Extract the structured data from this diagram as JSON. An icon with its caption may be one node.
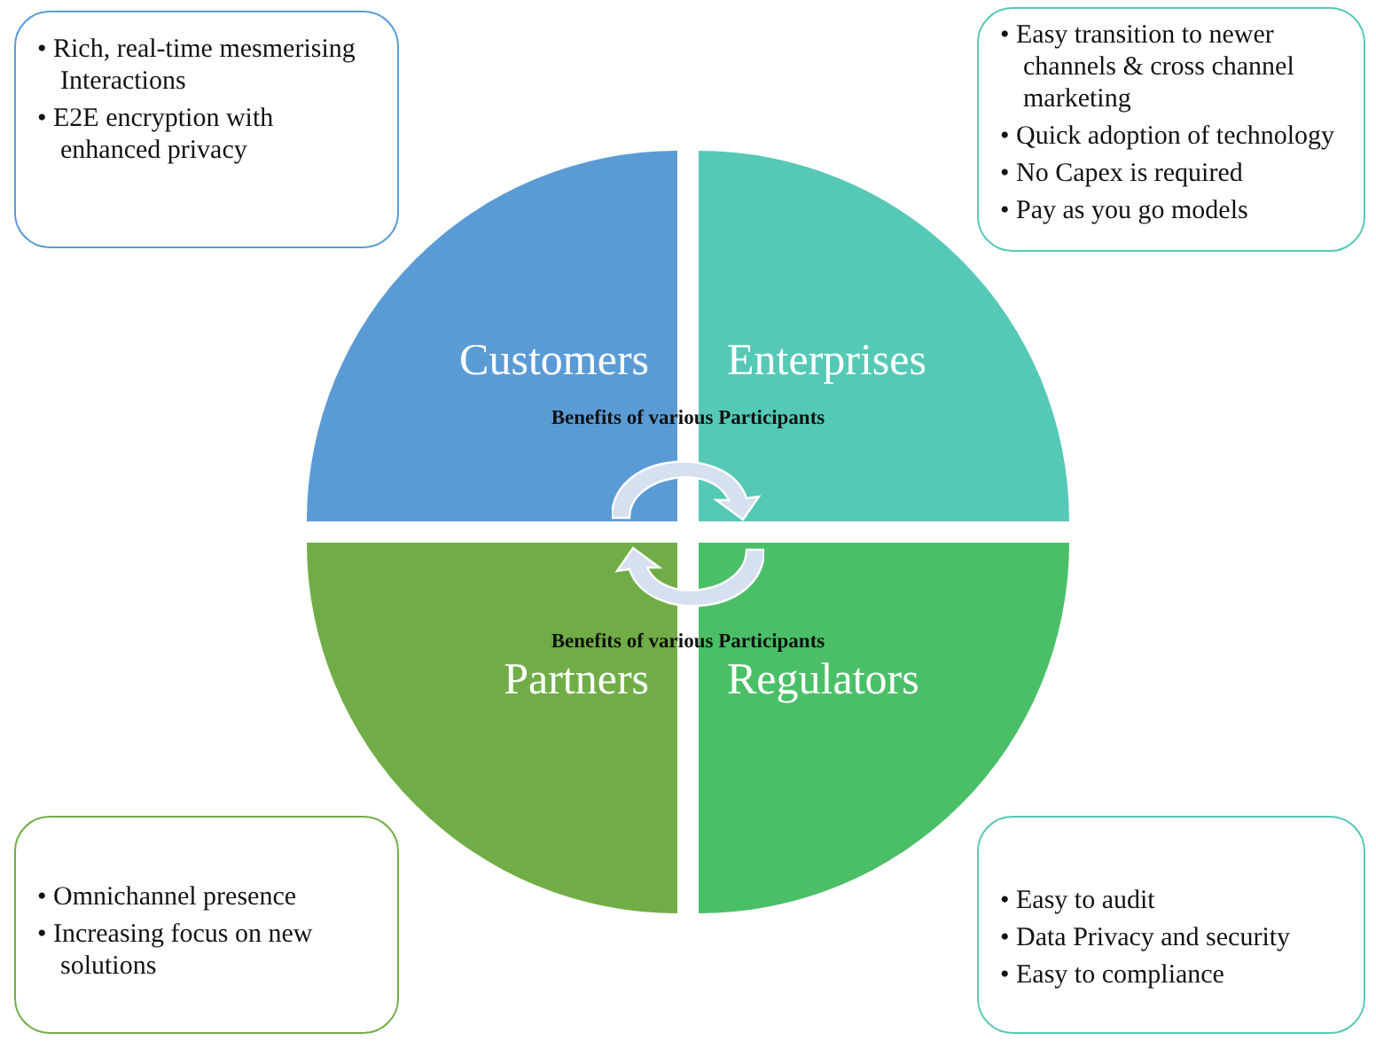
{
  "diagram": {
    "nodes": [
      {
        "text": [
          "• Rich, real-time mesmerising Interactions",
          "• E2E encryption with enhanced privacy"
        ]
      },
      {
        "text": [
          "• Easy transition to newer channels & cross channel marketing",
          "• Quick adoption of technology",
          "• No Capex is required",
          "• Pay as you go models"
        ]
      },
      {
        "text": [
          "Customers"
        ]
      },
      {
        "text": [
          "Enterprises"
        ]
      },
      {
        "text": [
          "Partners"
        ]
      },
      {
        "text": [
          "Regulators"
        ]
      },
      {
        "text": [
          "• Omnichannel presence",
          "• Increasing focus on new solutions"
        ]
      },
      {
        "text": [
          "• Easy to audit",
          "• Data Privacy and security",
          "• Easy to compliance"
        ]
      }
    ],
    "labels": [
      "Benefits of various Participants",
      "Benefits of various Participants"
    ]
  }
}
